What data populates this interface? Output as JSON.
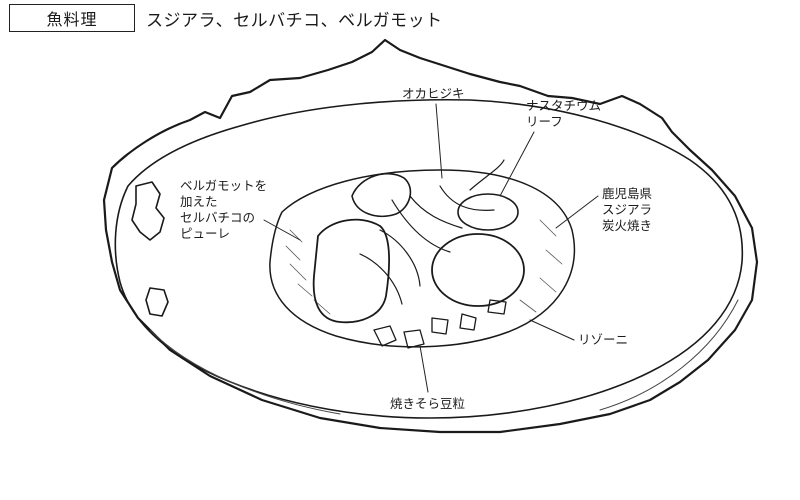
{
  "header": {
    "category": "魚料理",
    "dish_name": "スジアラ、セルバチコ、ベルガモット"
  },
  "labels": {
    "okahijiki": "オカヒジキ",
    "nasturtium": "ナスタチウム\nリーフ",
    "puree": "ベルガモットを\n加えた\nセルバチコの\nピューレ",
    "fish": "鹿児島県\nスジアラ\n炭火焼き",
    "risotto": "リゾーニ",
    "beans": "焼きそら豆粒"
  }
}
